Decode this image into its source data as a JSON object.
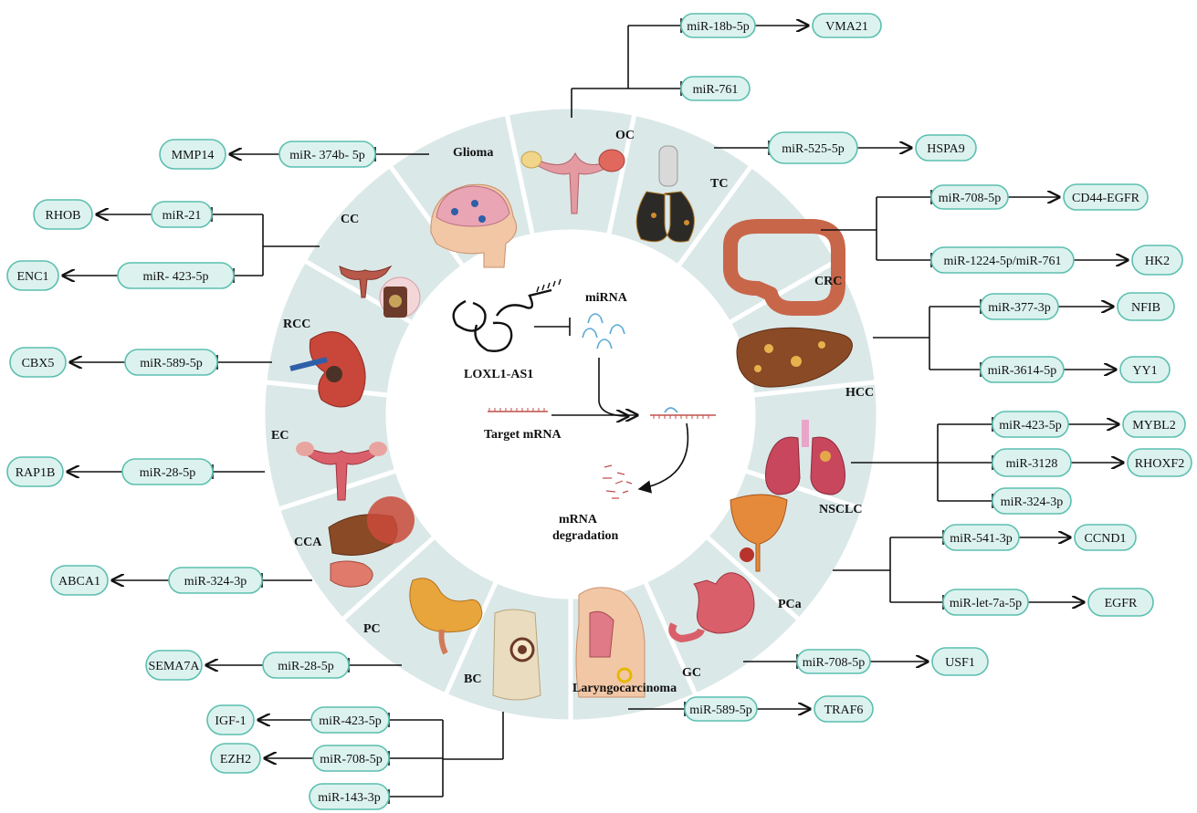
{
  "center": {
    "lncrna": "LOXL1-AS1",
    "mirna": "miRNA",
    "target": "Target mRNA",
    "degradation_line1": "mRNA",
    "degradation_line2": "degradation"
  },
  "cancers": {
    "glioma": "Glioma",
    "oc": "OC",
    "tc": "TC",
    "crc": "CRC",
    "hcc": "HCC",
    "nsclc": "NSCLC",
    "pca": "PCa",
    "gc": "GC",
    "laryngo": "Laryngocarcinoma",
    "bc": "BC",
    "pc": "PC",
    "cca": "CCA",
    "ec": "EC",
    "rcc": "RCC",
    "cc": "CC"
  },
  "pills": {
    "oc_mir1": "miR-18b-5p",
    "oc_tgt1": "VMA21",
    "oc_mir2": "miR-761",
    "tc_mir": "miR-525-5p",
    "tc_tgt": "HSPA9",
    "crc_mir1": "miR-708-5p",
    "crc_tgt1": "CD44-EGFR",
    "crc_mir2": "miR-1224-5p/miR-761",
    "crc_tgt2": "HK2",
    "hcc_mir1": "miR-377-3p",
    "hcc_tgt1": "NFIB",
    "hcc_mir2": "miR-3614-5p",
    "hcc_tgt2": "YY1",
    "nsclc_mir1": "miR-423-5p",
    "nsclc_tgt1": "MYBL2",
    "nsclc_mir2": "miR-3128",
    "nsclc_tgt2": "RHOXF2",
    "nsclc_mir3": "miR-324-3p",
    "pca_mir1": "miR-541-3p",
    "pca_tgt1": "CCND1",
    "pca_mir2": "miR-let-7a-5p",
    "pca_tgt2": "EGFR",
    "gc_mir": "miR-708-5p",
    "gc_tgt": "USF1",
    "lar_mir": "miR-589-5p",
    "lar_tgt": "TRAF6",
    "glioma_mir": "miR- 374b- 5p",
    "glioma_tgt": "MMP14",
    "cc_mir1": "miR-21",
    "cc_tgt1": "RHOB",
    "cc_mir2": "miR- 423-5p",
    "cc_tgt2": "ENC1",
    "rcc_mir": "miR-589-5p",
    "rcc_tgt": "CBX5",
    "ec_mir": "miR-28-5p",
    "ec_tgt": "RAP1B",
    "cca_mir": "miR-324-3p",
    "cca_tgt": "ABCA1",
    "pc_mir": "miR-28-5p",
    "pc_tgt": "SEMA7A",
    "bc_mir1": "miR-423-5p",
    "bc_tgt1": "IGF-1",
    "bc_mir2": "miR-708-5p",
    "bc_tgt2": "EZH2",
    "bc_mir3": "miR-143-3p"
  },
  "colors": {
    "ring": "#dbe8e8",
    "pill_fill": "#dcf2ee",
    "pill_stroke": "#5bbfb0",
    "mirna_blue": "#5aa9d6",
    "mrna_red": "#c0504d"
  }
}
